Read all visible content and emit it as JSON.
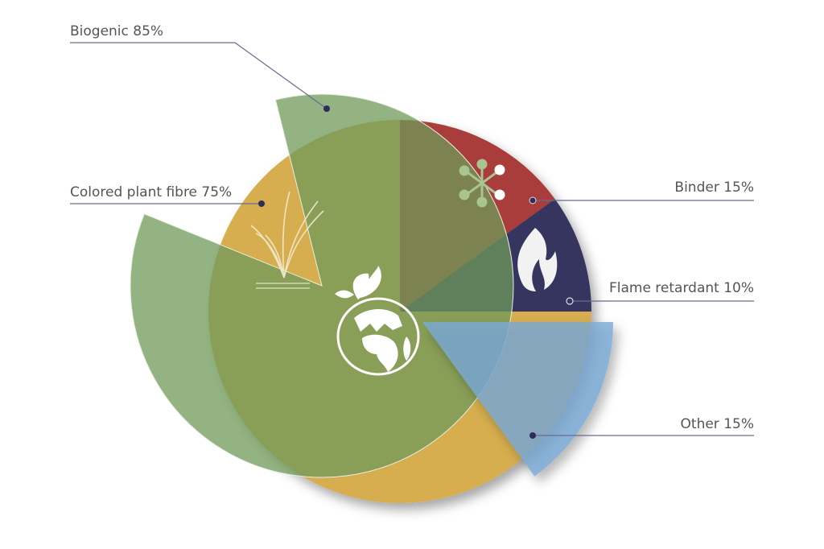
{
  "chart_data": {
    "type": "pie",
    "title": "",
    "base_series": [
      {
        "name": "Binder",
        "label": "Binder 15%",
        "value": 15,
        "color": "#a83e3a"
      },
      {
        "name": "Flame retardant",
        "label": "Flame retardant 10%",
        "value": 10,
        "color": "#35345e"
      },
      {
        "name": "Colored plant fibre",
        "label": "Colored plant fibre 75%",
        "value": 75,
        "color": "#d6ae4f"
      }
    ],
    "overlay_series": [
      {
        "name": "Biogenic",
        "label": "Biogenic 85%",
        "value": 85,
        "color": "#6f9a5a"
      },
      {
        "name": "Other",
        "label": "Other 15%",
        "value": 15,
        "color": "#7aa9d6"
      }
    ],
    "line_color": "#6d6a8f",
    "dot_color": "#2e2d5a"
  }
}
